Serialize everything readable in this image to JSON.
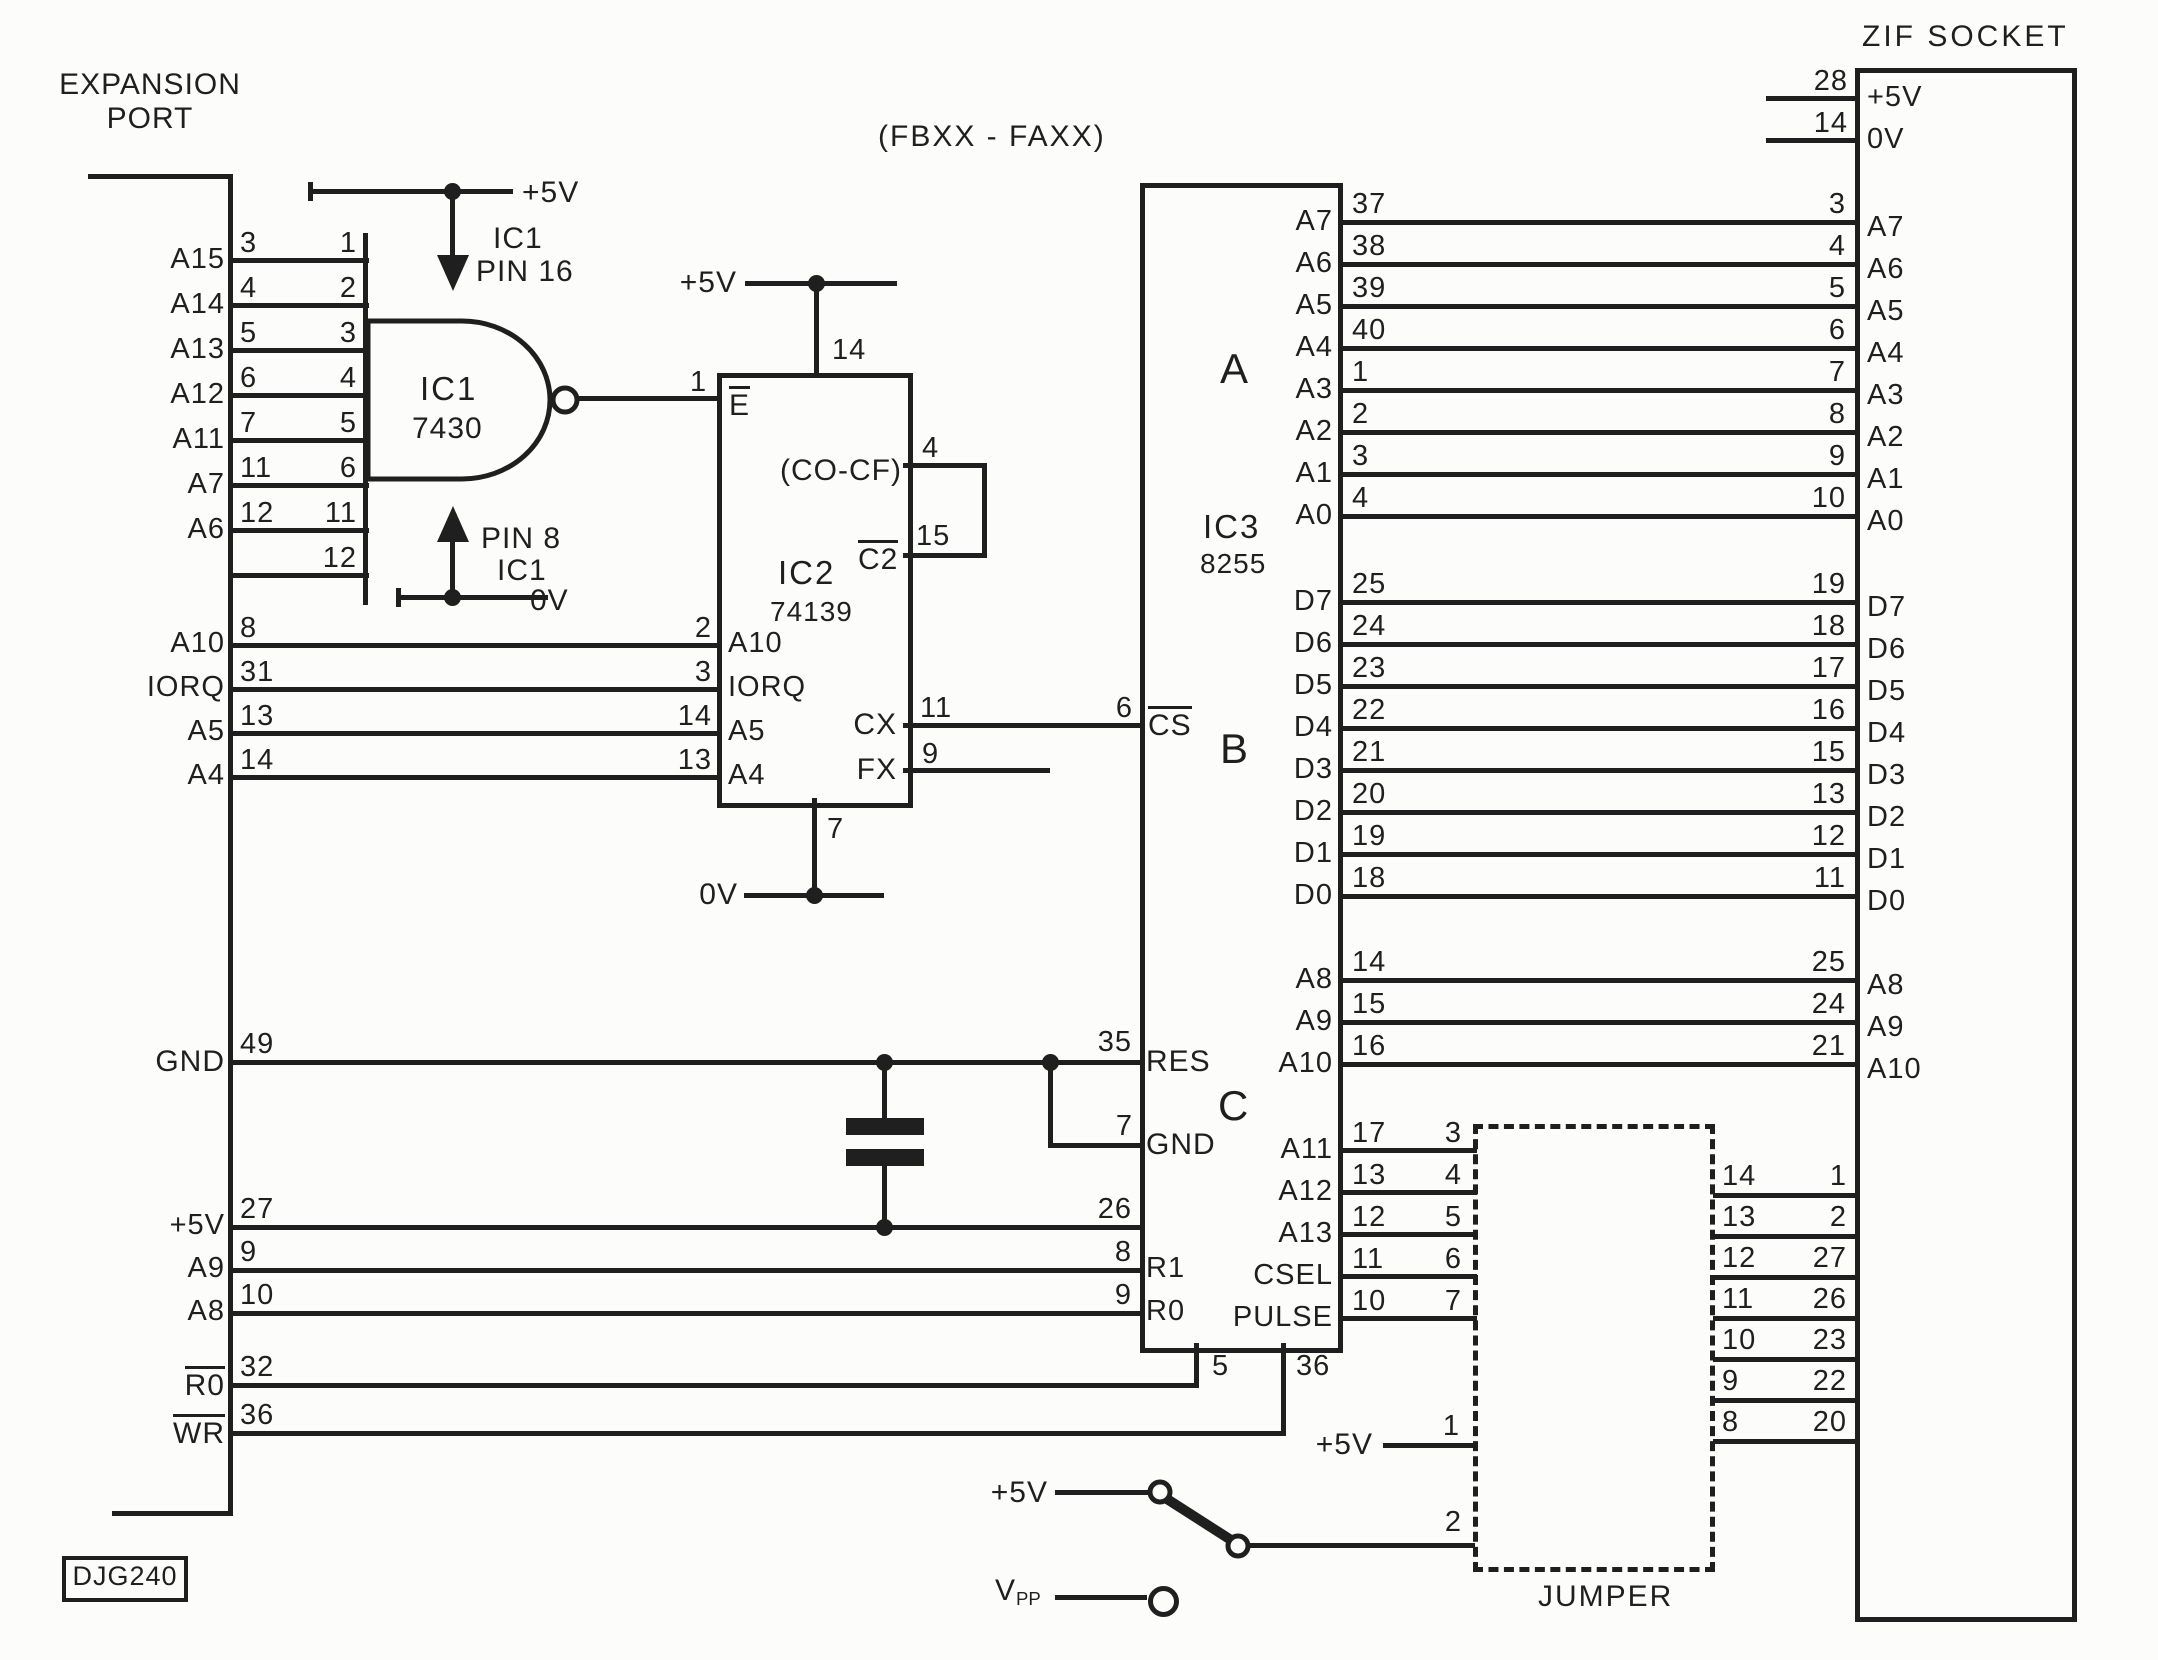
{
  "note_top": "(FBXX - FAXX)",
  "footer_code": "DJG240",
  "expansion_port": {
    "title_line1": "EXPANSION",
    "title_line2": "PORT",
    "address_rows": [
      {
        "signal": "A15",
        "port_pin": "3",
        "ic1_pin": "1"
      },
      {
        "signal": "A14",
        "port_pin": "4",
        "ic1_pin": "2"
      },
      {
        "signal": "A13",
        "port_pin": "5",
        "ic1_pin": "3"
      },
      {
        "signal": "A12",
        "port_pin": "6",
        "ic1_pin": "4"
      },
      {
        "signal": "A11",
        "port_pin": "7",
        "ic1_pin": "5"
      },
      {
        "signal": "A7",
        "port_pin": "11",
        "ic1_pin": "6"
      },
      {
        "signal": "A6",
        "port_pin": "12",
        "ic1_pin": "11"
      },
      {
        "signal": "",
        "port_pin": "",
        "ic1_pin": "12"
      }
    ],
    "io_rows": [
      {
        "signal": "A10",
        "port_pin": "8",
        "ic2_pin": "2",
        "ic2_signal": "A10"
      },
      {
        "signal": "IORQ",
        "port_pin": "31",
        "ic2_pin": "3",
        "ic2_signal": "IORQ"
      },
      {
        "signal": "A5",
        "port_pin": "13",
        "ic2_pin": "14",
        "ic2_signal": "A5"
      },
      {
        "signal": "A4",
        "port_pin": "14",
        "ic2_pin": "13",
        "ic2_signal": "A4"
      }
    ],
    "gnd_row": {
      "signal": "GND",
      "port_pin": "49",
      "ic3_pin": "35",
      "ic3_signal": "RES"
    },
    "ic3_rows": [
      {
        "signal": "+5V",
        "port_pin": "27",
        "ic3_pin": "26",
        "ic3_signal": ""
      },
      {
        "signal": "A9",
        "port_pin": "9",
        "ic3_pin": "8",
        "ic3_signal": "R1"
      },
      {
        "signal": "A8",
        "port_pin": "10",
        "ic3_pin": "9",
        "ic3_signal": "R0"
      }
    ],
    "read_row": {
      "signal": "R0",
      "port_pin": "32",
      "ic3_pin": "5"
    },
    "write_row": {
      "signal": "WR",
      "port_pin": "36",
      "ic3_pin": "36"
    }
  },
  "ic1": {
    "name": "IC1",
    "part": "7430",
    "vcc_note": {
      "rail": "+5V",
      "chip": "IC1",
      "pin": "PIN 16"
    },
    "gnd_note": {
      "pin": "PIN 8",
      "chip": "IC1",
      "rail": "0V"
    }
  },
  "ic2": {
    "name": "IC2",
    "part": "74139",
    "note": "(CO-CF)",
    "enable": {
      "pin": "1",
      "label": "E"
    },
    "vcc": {
      "pin": "14",
      "rail": "+5V"
    },
    "gnd": {
      "pin": "7",
      "rail": "0V"
    },
    "loop": {
      "pin_top": "4",
      "pin_bottom": "15",
      "label": "C2"
    },
    "cx": {
      "label": "CX",
      "pin": "11"
    },
    "fx": {
      "label": "FX",
      "pin": "9"
    }
  },
  "ic3": {
    "name": "IC3",
    "part": "8255",
    "port_a": "A",
    "port_b": "B",
    "port_c": "C",
    "cs": {
      "pin": "6",
      "label": "CS"
    },
    "gnd": {
      "pin": "7",
      "label": "GND"
    },
    "bottom_pin_left": "5",
    "bottom_pin_right": "36",
    "port_a_rows": [
      {
        "sig": "A7",
        "ic3": "37",
        "zif": "3",
        "zif_sig": "A7"
      },
      {
        "sig": "A6",
        "ic3": "38",
        "zif": "4",
        "zif_sig": "A6"
      },
      {
        "sig": "A5",
        "ic3": "39",
        "zif": "5",
        "zif_sig": "A5"
      },
      {
        "sig": "A4",
        "ic3": "40",
        "zif": "6",
        "zif_sig": "A4"
      },
      {
        "sig": "A3",
        "ic3": "1",
        "zif": "7",
        "zif_sig": "A3"
      },
      {
        "sig": "A2",
        "ic3": "2",
        "zif": "8",
        "zif_sig": "A2"
      },
      {
        "sig": "A1",
        "ic3": "3",
        "zif": "9",
        "zif_sig": "A1"
      },
      {
        "sig": "A0",
        "ic3": "4",
        "zif": "10",
        "zif_sig": "A0"
      }
    ],
    "port_b_rows": [
      {
        "sig": "D7",
        "ic3": "25",
        "zif": "19",
        "zif_sig": "D7"
      },
      {
        "sig": "D6",
        "ic3": "24",
        "zif": "18",
        "zif_sig": "D6"
      },
      {
        "sig": "D5",
        "ic3": "23",
        "zif": "17",
        "zif_sig": "D5"
      },
      {
        "sig": "D4",
        "ic3": "22",
        "zif": "16",
        "zif_sig": "D4"
      },
      {
        "sig": "D3",
        "ic3": "21",
        "zif": "15",
        "zif_sig": "D3"
      },
      {
        "sig": "D2",
        "ic3": "20",
        "zif": "13",
        "zif_sig": "D2"
      },
      {
        "sig": "D1",
        "ic3": "19",
        "zif": "12",
        "zif_sig": "D1"
      },
      {
        "sig": "D0",
        "ic3": "18",
        "zif": "11",
        "zif_sig": "D0"
      }
    ],
    "addr_rows": [
      {
        "sig": "A8",
        "ic3": "14",
        "zif": "25",
        "zif_sig": "A8"
      },
      {
        "sig": "A9",
        "ic3": "15",
        "zif": "24",
        "zif_sig": "A9"
      },
      {
        "sig": "A10",
        "ic3": "16",
        "zif": "21",
        "zif_sig": "A10"
      }
    ],
    "jumper_rows": [
      {
        "sig": "A11",
        "ic3": "17",
        "jmp": "3"
      },
      {
        "sig": "A12",
        "ic3": "13",
        "jmp": "4"
      },
      {
        "sig": "A13",
        "ic3": "12",
        "jmp": "5"
      },
      {
        "sig": "CSEL",
        "ic3": "11",
        "jmp": "6"
      },
      {
        "sig": "PULSE",
        "ic3": "10",
        "jmp": "7"
      }
    ]
  },
  "jumper": {
    "label": "JUMPER",
    "pin1": {
      "rail": "+5V",
      "pin": "1"
    },
    "pin2": {
      "pin": "2"
    },
    "zif_rows": [
      {
        "jmp": "14",
        "zif": "1"
      },
      {
        "jmp": "13",
        "zif": "2"
      },
      {
        "jmp": "12",
        "zif": "27"
      },
      {
        "jmp": "11",
        "zif": "26"
      },
      {
        "jmp": "10",
        "zif": "23"
      },
      {
        "jmp": "9",
        "zif": "22"
      },
      {
        "jmp": "8",
        "zif": "20"
      }
    ]
  },
  "zif": {
    "title": "ZIF SOCKET",
    "power_rows": [
      {
        "pin": "28",
        "sig": "+5V"
      },
      {
        "pin": "14",
        "sig": "0V"
      }
    ]
  },
  "switch_area": {
    "rail": "+5V",
    "vpp_v": "V",
    "vpp_sub": "PP"
  }
}
